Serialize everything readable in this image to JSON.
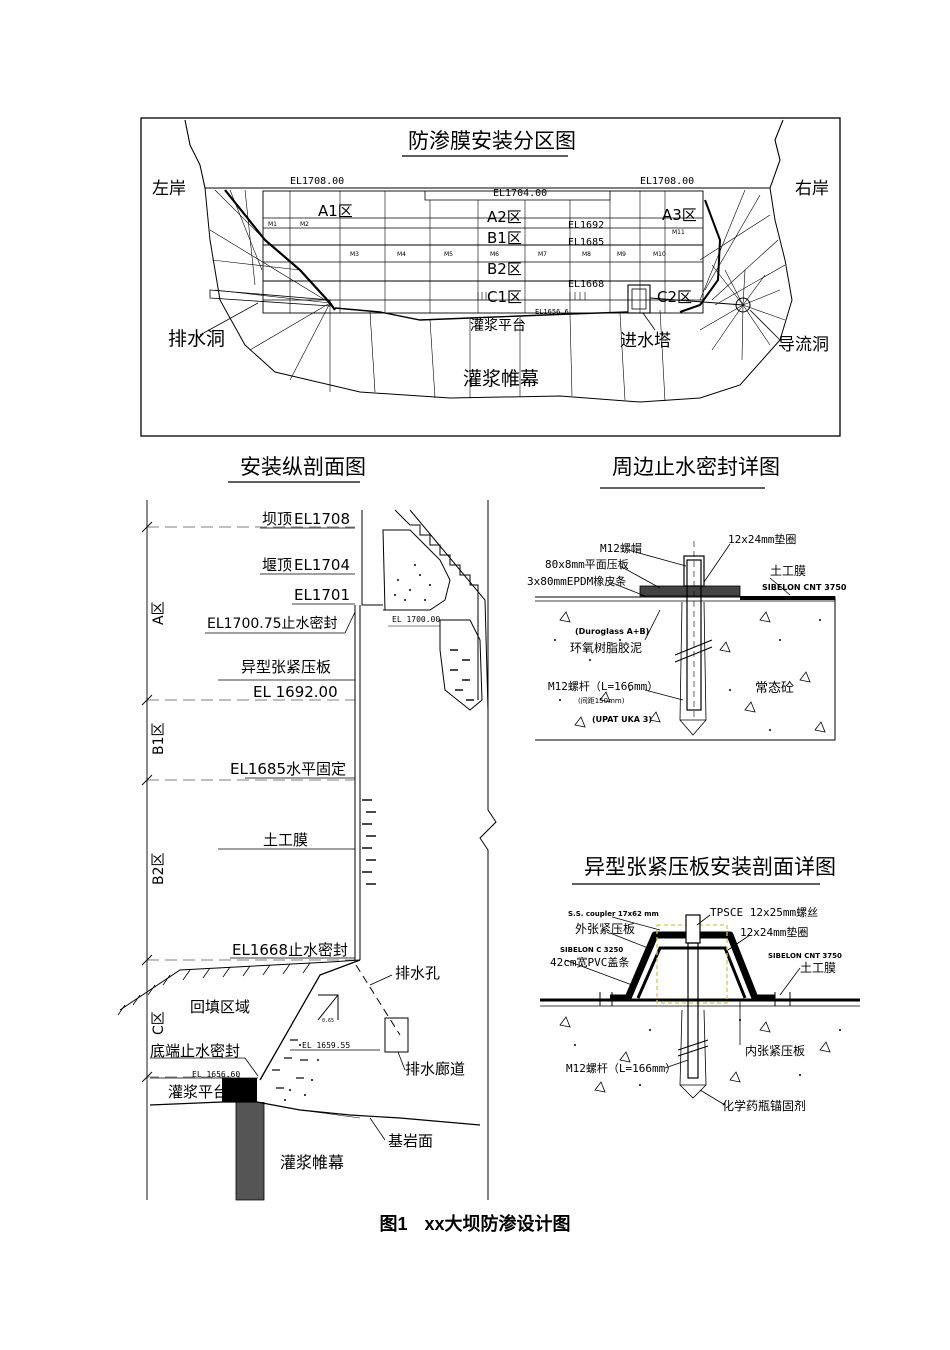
{
  "plan": {
    "title": "防渗膜安装分区图",
    "left_bank": "左岸",
    "right_bank": "右岸",
    "el_left": "EL1708.00",
    "el_mid": "EL1704.00",
    "el_right": "EL1708.00",
    "zone_a1": "A1区",
    "zone_a2": "A2区",
    "zone_a3": "A3区",
    "zone_b1": "B1区",
    "zone_b2": "B2区",
    "zone_c1": "C1区",
    "zone_c2": "C2区",
    "el_1692": "EL1692",
    "el_1685": "EL1685",
    "el_1668": "EL1668",
    "el_1656": "EL1656.6",
    "drain_tunnel": "排水洞",
    "grout_platform": "灌浆平台",
    "intake_tower": "进水塔",
    "diversion_tunnel": "导流洞",
    "grout_curtain": "灌浆帷幕",
    "panels": [
      "M1",
      "M2",
      "M3",
      "M4",
      "M5",
      "M6",
      "M7",
      "M8",
      "M9",
      "M10",
      "M11"
    ]
  },
  "section": {
    "title": "安装纵剖面图",
    "crest": "坝顶",
    "crest_el": "EL1708",
    "weir": "堰顶",
    "weir_el": "EL1704",
    "el_1701": "EL1701",
    "seal_top": "EL1700.75止水密封",
    "el_1700": "EL 1700.00",
    "profiled_plate": "异型张紧压板",
    "el_1692": "EL 1692.00",
    "horizontal_fix": "EL1685水平固定",
    "geomembrane": "土工膜",
    "seal_1668": "EL1668止水密封",
    "backfill": "回填区域",
    "bottom_seal": "底端止水密封",
    "el_1656": "EL 1656.60",
    "grout_platform": "灌浆平台",
    "el_1659": "EL 1659.55",
    "drain_hole": "排水孔",
    "drain_gallery": "排水廊道",
    "bedrock": "基岩面",
    "grout_curtain": "灌浆帷幕",
    "zone_a": "A区",
    "zone_b1": "B1区",
    "zone_b2": "B2区",
    "zone_c": "C区",
    "slope_mark": "0.65"
  },
  "perimeter": {
    "title": "周边止水密封详图",
    "nut": "M12螺帽",
    "washer": "12x24mm垫圈",
    "flat_plate": "80x8mm平面压板",
    "rubber_strip": "3x80mmEPDM橡皮条",
    "geomembrane": "土工膜",
    "sibelon": "SIBELON CNT 3750",
    "duroglass": "(Duroglass A+B)",
    "epoxy": "环氧树脂胶泥",
    "bolt": "M12螺杆（L=166mm）",
    "spacing": "(间距150mm)",
    "upat": "(UPAT UKA 3)",
    "concrete": "常态砼"
  },
  "profiled": {
    "title": "异型张紧压板安装剖面详图",
    "coupler": "S.S. coupler 17x62 mm",
    "tpsce": "TPSCE 12x25mm螺丝",
    "outer_plate": "外张紧压板",
    "washer": "12x24mm垫圈",
    "sibelon_c": "SIBELON C 3250",
    "sibelon_cnt": "SIBELON CNT 3750",
    "pvc_cover": "42cm宽PVC盖条",
    "geomembrane": "土工膜",
    "inner_plate": "内张紧压板",
    "bolt": "M12螺杆（L=166mm）",
    "anchor": "化学药瓶锚固剂"
  },
  "caption": {
    "number": "图1",
    "text": "xx大坝防渗设计图"
  }
}
